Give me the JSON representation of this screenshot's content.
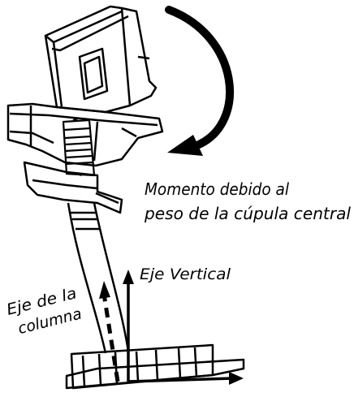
{
  "labels": {
    "moment_line1": "Momento debido al",
    "moment_line2": "peso de la cúpula central",
    "vertical_axis": "Eje Vertical",
    "column_axis_line1": "Eje de la",
    "column_axis_line2": "columna"
  },
  "colors": {
    "ink": "#000000",
    "background": "#ffffff"
  }
}
